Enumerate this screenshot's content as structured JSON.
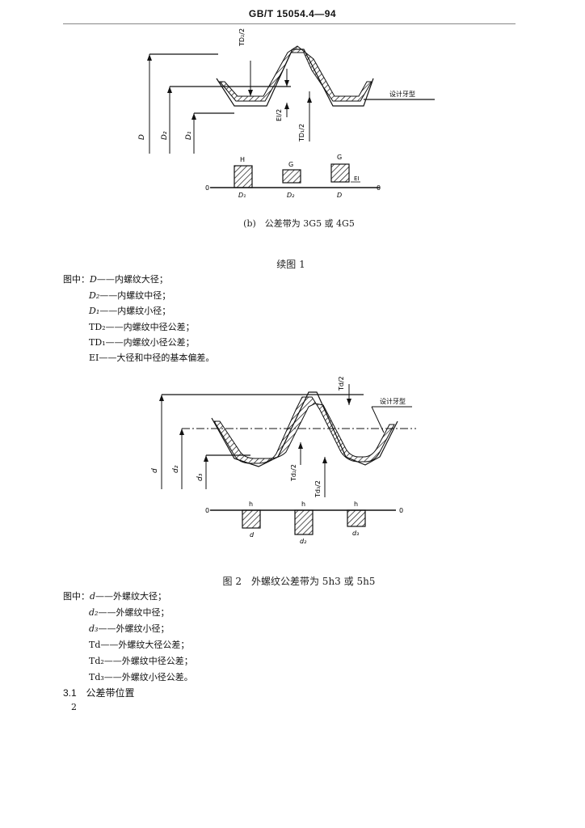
{
  "header": {
    "standard": "GB/T 15054.4—94"
  },
  "figure1b": {
    "labels": {
      "td2_half": "TD₂/2",
      "ei_half": "EI/2",
      "td1_half": "TD₁/2",
      "design_profile": "设计牙型",
      "D": "D",
      "D2": "D₂",
      "D1": "D₁"
    },
    "zones": {
      "zero": "0",
      "zone_H": "H",
      "zone_G1": "G",
      "zone_G2": "G",
      "ei": "EI",
      "base_D1": "D₁",
      "base_D2": "D₂",
      "base_D": "D"
    },
    "subcaption": "(b)　公差带为 3G5 或 4G5",
    "caption": "续图 1"
  },
  "legend1": {
    "prefix": "图中：",
    "items": [
      {
        "sym": "D",
        "text": "——内螺纹大径；"
      },
      {
        "sym": "D₂",
        "text": "——内螺纹中径；"
      },
      {
        "sym": "D₁",
        "text": "——内螺纹小径；"
      },
      {
        "sym": "TD₂",
        "text": "——内螺纹中径公差；"
      },
      {
        "sym": "TD₁",
        "text": "——内螺纹小径公差；"
      },
      {
        "sym": "EI",
        "text": "——大径和中径的基本偏差。"
      }
    ]
  },
  "figure2": {
    "labels": {
      "td_half": "Td/2",
      "design_profile": "设计牙型",
      "d": "d",
      "d2": "d₂",
      "d3": "d₃",
      "td2_half": "Td₂/2",
      "td3_half": "Td₃/2"
    },
    "zones": {
      "zero": "0",
      "zone_h1": "h",
      "zone_h2": "h",
      "zone_h3": "h",
      "base_d": "d",
      "base_d2": "d₂",
      "base_d3": "d₃"
    },
    "caption": "图 2　外螺纹公差带为 5h3 或 5h5"
  },
  "legend2": {
    "prefix": "图中：",
    "items": [
      {
        "sym": "d",
        "text": "——外螺纹大径；"
      },
      {
        "sym": "d₂",
        "text": "——外螺纹中径；"
      },
      {
        "sym": "d₃",
        "text": "——外螺纹小径；"
      },
      {
        "sym": "Td",
        "text": "——外螺纹大径公差；"
      },
      {
        "sym": "Td₂",
        "text": "——外螺纹中径公差；"
      },
      {
        "sym": "Td₃",
        "text": "——外螺纹小径公差。"
      }
    ]
  },
  "section": {
    "number": "3.1",
    "title": "公差带位置"
  },
  "page_number": "2"
}
